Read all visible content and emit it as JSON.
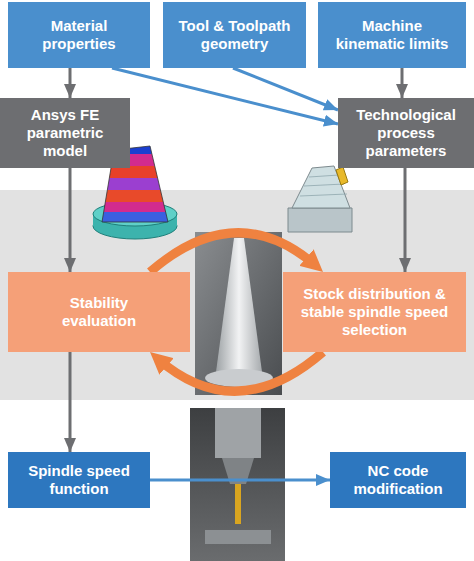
{
  "diagram": {
    "nodes": [
      {
        "text": [
          "Material properties"
        ]
      },
      {
        "text": [
          "Tool & Toolpath geometry"
        ]
      },
      {
        "text": [
          "Machine kinematic limits"
        ]
      },
      {
        "text": [
          "Ansys FE parametric model"
        ]
      },
      {
        "text": [
          "Technological process parameters"
        ]
      },
      {
        "text": [
          "Stability evaluation"
        ]
      },
      {
        "text": [
          "Stock distribution & stable spindle speed selection"
        ]
      },
      {
        "text": [
          "Spindle speed function"
        ]
      },
      {
        "text": [
          "NC code modification"
        ]
      }
    ],
    "edges": [
      {
        "from": 0,
        "to": 3,
        "arrow": "to"
      },
      {
        "from": 0,
        "to": 4,
        "arrow": "to"
      },
      {
        "from": 1,
        "to": 4,
        "arrow": "to"
      },
      {
        "from": 2,
        "to": 4,
        "arrow": "to"
      },
      {
        "from": 3,
        "to": 5,
        "arrow": "to"
      },
      {
        "from": 4,
        "to": 6,
        "arrow": "to"
      },
      {
        "from": 5,
        "to": 6,
        "arrow": "to"
      },
      {
        "from": 6,
        "to": 5,
        "arrow": "to"
      },
      {
        "from": 5,
        "to": 7,
        "arrow": "to"
      },
      {
        "from": 7,
        "to": 8,
        "arrow": "to"
      }
    ]
  }
}
